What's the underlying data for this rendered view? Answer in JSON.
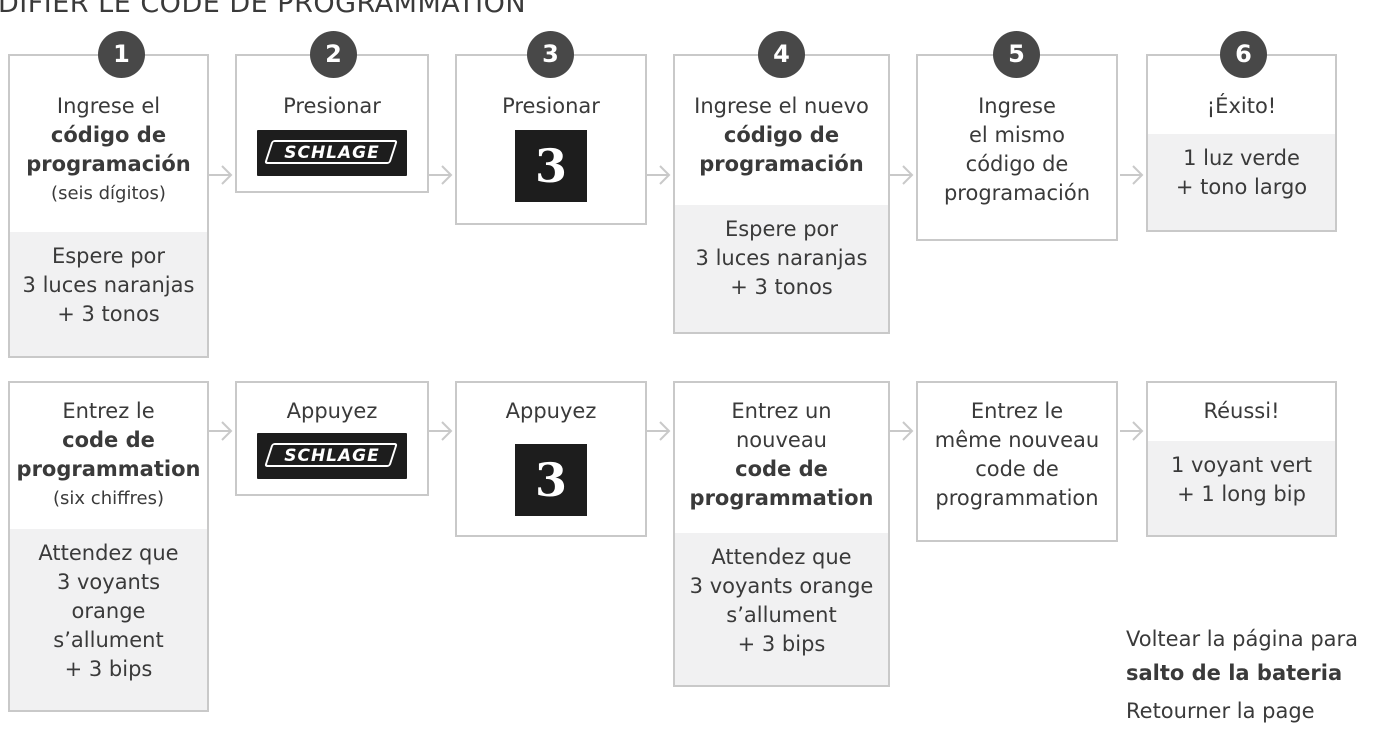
{
  "header": {
    "title": "DIFIER LE CODE DE PROGRAMMATION"
  },
  "steps": {
    "n1": "1",
    "n2": "2",
    "n3": "3",
    "n4": "4",
    "n5": "5",
    "n6": "6"
  },
  "logo_text": "SCHLAGE",
  "key_label": "3",
  "spanish": {
    "s1": {
      "l1": "Ingrese el",
      "l2": "código de",
      "l3": "programación",
      "l4": "(seis dígitos)",
      "w1": "Espere por",
      "w2": "3 luces naranjas",
      "w3": "+ 3 tonos"
    },
    "s2": {
      "l1": "Presionar"
    },
    "s3": {
      "l1": "Presionar"
    },
    "s4": {
      "l1": "Ingrese el nuevo",
      "l2": "código de",
      "l3": "programación",
      "w1": "Espere por",
      "w2": "3 luces naranjas",
      "w3": "+ 3 tonos"
    },
    "s5": {
      "l1": "Ingrese",
      "l2": "el mismo",
      "l3": "código de",
      "l4": "programación"
    },
    "s6": {
      "l1": "¡Éxito!",
      "w1": "1 luz verde",
      "w2": "+ tono largo"
    }
  },
  "french": {
    "s1": {
      "l1": "Entrez le",
      "l2": "code de",
      "l3": "programmation",
      "l4": "(six chiffres)",
      "w1": "Attendez que",
      "w2": "3 voyants",
      "w3": "orange",
      "w4": "s’allument",
      "w5": "+ 3 bips"
    },
    "s2": {
      "l1": "Appuyez"
    },
    "s3": {
      "l1": "Appuyez"
    },
    "s4": {
      "l1": "Entrez un",
      "l2": "nouveau",
      "l3": "code de",
      "l4": "programmation",
      "w1": "Attendez que",
      "w2": "3 voyants orange",
      "w3": "s’allument",
      "w4": "+ 3 bips"
    },
    "s5": {
      "l1": "Entrez le",
      "l2": "même nouveau",
      "l3": "code de",
      "l4": "programmation"
    },
    "s6": {
      "l1": "Réussi!",
      "w1": "1 voyant vert",
      "w2": "+ 1 long bip"
    }
  },
  "notes": {
    "es1": "Voltear la página para",
    "es2": "salto de la bateria",
    "fr1": "Retourner la page"
  },
  "colors": {
    "border": "#c9c9c9",
    "wait_bg": "#f1f1f2",
    "badge": "#484848",
    "logo_bg": "#1d1d1d"
  }
}
